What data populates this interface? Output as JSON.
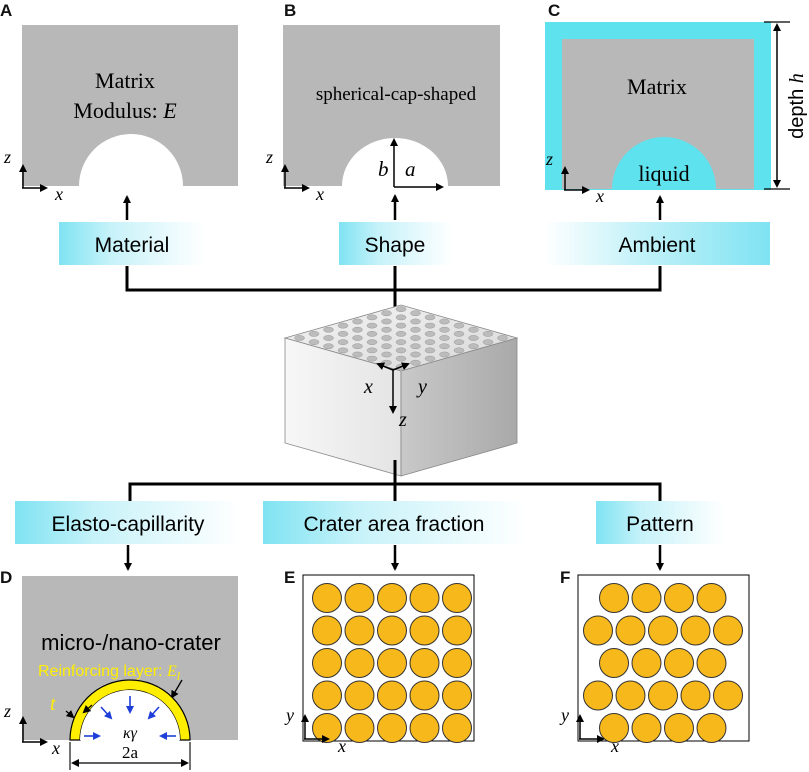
{
  "panels": {
    "A": {
      "letter": "A",
      "line1": "Matrix",
      "line2_prefix": "Modulus: ",
      "line2_var": "E",
      "axis_z": "z",
      "axis_x": "x"
    },
    "B": {
      "letter": "B",
      "title": "spherical-cap-shaped",
      "dim_b": "b",
      "dim_a": "a",
      "axis_z": "z",
      "axis_x": "x"
    },
    "C": {
      "letter": "C",
      "matrix": "Matrix",
      "liquid": "liquid",
      "depth_prefix": "depth ",
      "depth_var": "h",
      "axis_z": "z",
      "axis_x": "x"
    },
    "D": {
      "letter": "D",
      "title": "micro-/nano-crater",
      "layer_prefix": "Reinforcing layer: ",
      "layer_var": "E",
      "layer_sub": "l",
      "t_label": "t",
      "kgamma": "κγ",
      "width_label": "2a",
      "axis_z": "z",
      "axis_x": "x"
    },
    "E": {
      "letter": "E",
      "axis_y": "y",
      "axis_x": "x",
      "rows": [
        5,
        5,
        5,
        5,
        5
      ]
    },
    "F": {
      "letter": "F",
      "axis_y": "y",
      "axis_x": "x",
      "rows": [
        4,
        5,
        4,
        5,
        4
      ]
    }
  },
  "boxes": {
    "material": "Material",
    "shape": "Shape",
    "ambient": "Ambient",
    "elasto": "Elasto-capillarity",
    "crater": "Crater area fraction",
    "pattern": "Pattern"
  },
  "cube": {
    "axis_x": "x",
    "axis_y": "y",
    "axis_z": "z"
  },
  "colors": {
    "matrix_gray": "#b8b8b8",
    "liquid_cyan": "#5ee3ee",
    "label_box_cyan": "#bff0f7",
    "reinforcing_yellow": "#ffee00",
    "crater_dot": "#f6b81a",
    "force_arrow_blue": "#1f3fd8"
  }
}
